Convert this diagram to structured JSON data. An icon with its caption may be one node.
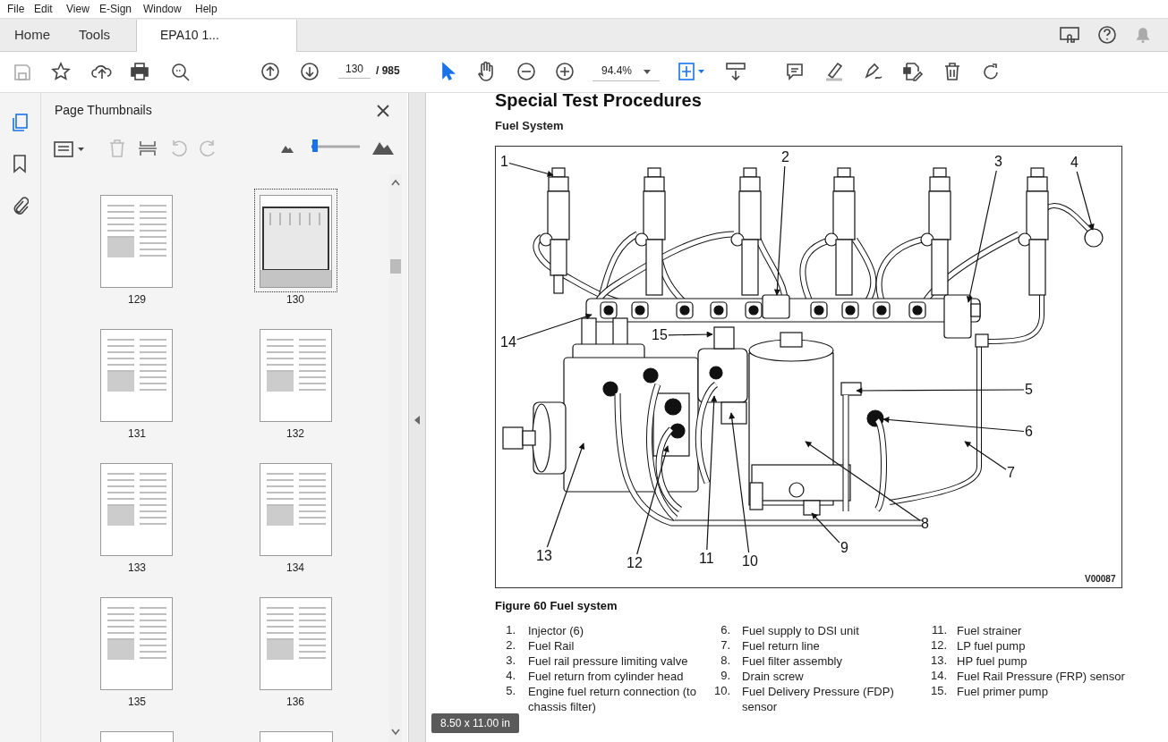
{
  "diagram": {
    "title": "Special Test Procedures",
    "caption": "Figure 60 Fuel system",
    "nodes": [
      {
        "text": [
          "1"
        ]
      },
      {
        "text": [
          "2"
        ]
      },
      {
        "text": [
          "3"
        ]
      },
      {
        "text": [
          "4"
        ]
      },
      {
        "text": [
          "5"
        ]
      },
      {
        "text": [
          "6"
        ]
      },
      {
        "text": [
          "7"
        ]
      },
      {
        "text": [
          "8"
        ]
      },
      {
        "text": [
          "9"
        ]
      },
      {
        "text": [
          "10"
        ]
      },
      {
        "text": [
          "11"
        ]
      },
      {
        "text": [
          "12"
        ]
      },
      {
        "text": [
          "13"
        ]
      },
      {
        "text": [
          "14"
        ]
      },
      {
        "text": [
          "15"
        ]
      }
    ],
    "edges": [
      {
        "from": 0,
        "to": null,
        "arrow": "to"
      },
      {
        "from": 1,
        "to": null,
        "arrow": "to"
      },
      {
        "from": 2,
        "to": null,
        "arrow": "to"
      },
      {
        "from": 3,
        "to": null,
        "arrow": "to"
      },
      {
        "from": 4,
        "to": null,
        "arrow": "to"
      },
      {
        "from": 5,
        "to": null,
        "arrow": "to"
      },
      {
        "from": 6,
        "to": null,
        "arrow": "to"
      },
      {
        "from": 7,
        "to": null,
        "arrow": "to"
      },
      {
        "from": 8,
        "to": null,
        "arrow": "to"
      },
      {
        "from": 9,
        "to": null,
        "arrow": "to"
      },
      {
        "from": 10,
        "to": null,
        "arrow": "to"
      },
      {
        "from": 11,
        "to": null,
        "arrow": "to"
      },
      {
        "from": 12,
        "to": null,
        "arrow": "to"
      },
      {
        "from": 13,
        "to": null,
        "arrow": "to"
      },
      {
        "from": 14,
        "to": null,
        "arrow": "to"
      }
    ],
    "labels": [
      "File",
      "Edit",
      "View",
      "E-Sign",
      "Window",
      "Help",
      "Home",
      "Tools",
      "EPA10 1...",
      "130",
      "/ 985",
      "94.4%",
      "Page Thumbnails",
      "129",
      "130",
      "131",
      "132",
      "133",
      "134",
      "135",
      "136",
      "8.50 x 11.00 in",
      "Fuel System",
      "V00087",
      "1.",
      "Injector (6)",
      "2.",
      "Fuel Rail",
      "3.",
      "Fuel rail pressure limiting valve",
      "4.",
      "Fuel return from cylinder head",
      "5.",
      "Engine fuel return connection (to chassis filter)",
      "6.",
      "Fuel supply to DSI unit",
      "7.",
      "Fuel return line",
      "8.",
      "Fuel filter assembly",
      "9.",
      "Drain screw",
      "10.",
      "Fuel Delivery Pressure (FDP) sensor",
      "11.",
      "Fuel strainer",
      "12.",
      "LP fuel pump",
      "13.",
      "HP fuel pump",
      "14.",
      "Fuel Rail Pressure (FRP) sensor",
      "15.",
      "Fuel primer pump"
    ]
  }
}
